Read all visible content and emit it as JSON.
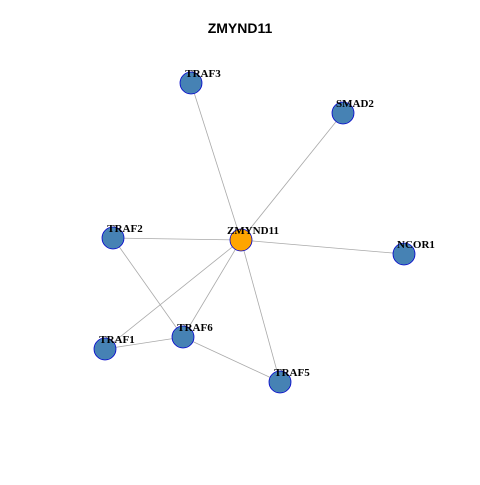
{
  "title": "ZMYND11",
  "colors": {
    "hub": "#FFA500",
    "node": "#4682B4",
    "node_stroke": "#0000CD",
    "edge": "#A9A9A9"
  },
  "nodes": [
    {
      "id": "ZMYND11",
      "label": "ZMYND11",
      "role": "hub"
    },
    {
      "id": "TRAF3",
      "label": "TRAF3",
      "role": "partner"
    },
    {
      "id": "SMAD2",
      "label": "SMAD2",
      "role": "partner"
    },
    {
      "id": "TRAF2",
      "label": "TRAF2",
      "role": "partner"
    },
    {
      "id": "NCOR1",
      "label": "NCOR1",
      "role": "partner"
    },
    {
      "id": "TRAF6",
      "label": "TRAF6",
      "role": "partner"
    },
    {
      "id": "TRAF1",
      "label": "TRAF1",
      "role": "partner"
    },
    {
      "id": "TRAF5",
      "label": "TRAF5",
      "role": "partner"
    }
  ],
  "edges": [
    [
      "ZMYND11",
      "TRAF3"
    ],
    [
      "ZMYND11",
      "SMAD2"
    ],
    [
      "ZMYND11",
      "TRAF2"
    ],
    [
      "ZMYND11",
      "NCOR1"
    ],
    [
      "ZMYND11",
      "TRAF6"
    ],
    [
      "ZMYND11",
      "TRAF1"
    ],
    [
      "ZMYND11",
      "TRAF5"
    ],
    [
      "TRAF2",
      "TRAF6"
    ],
    [
      "TRAF1",
      "TRAF6"
    ],
    [
      "TRAF6",
      "TRAF5"
    ]
  ]
}
